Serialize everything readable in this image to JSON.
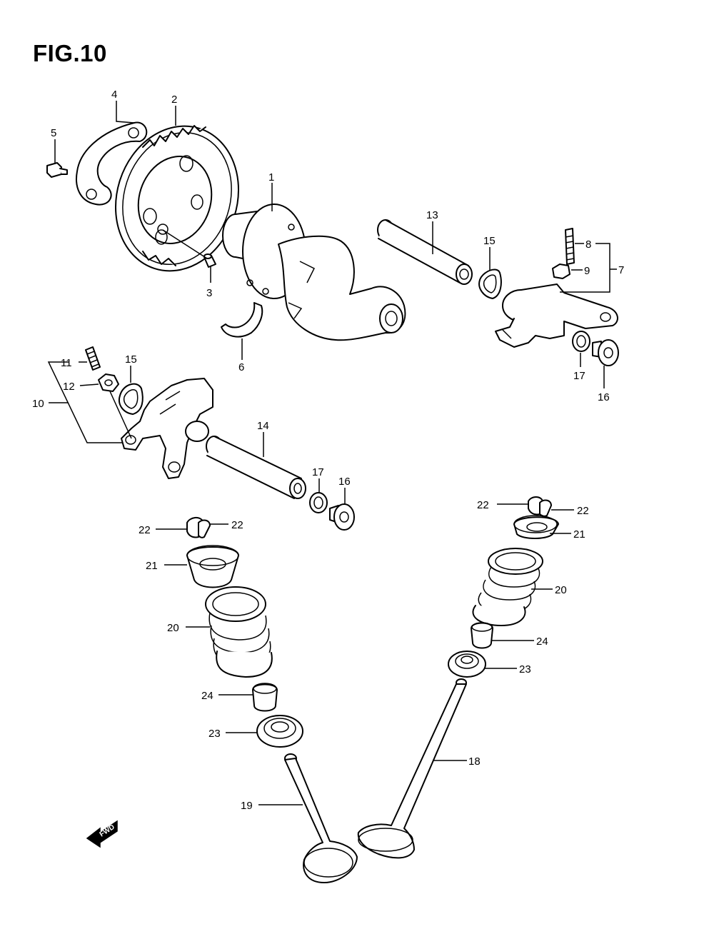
{
  "figure": {
    "title": "FIG.10"
  },
  "fwd_label": "FWD",
  "parts": [
    {
      "id": "p1",
      "text": "1"
    },
    {
      "id": "p2",
      "text": "2"
    },
    {
      "id": "p3",
      "text": "3"
    },
    {
      "id": "p4",
      "text": "4"
    },
    {
      "id": "p5",
      "text": "5"
    },
    {
      "id": "p6",
      "text": "6"
    },
    {
      "id": "p7",
      "text": "7"
    },
    {
      "id": "p8",
      "text": "8"
    },
    {
      "id": "p9",
      "text": "9"
    },
    {
      "id": "p10",
      "text": "10"
    },
    {
      "id": "p11",
      "text": "11"
    },
    {
      "id": "p12",
      "text": "12"
    },
    {
      "id": "p13",
      "text": "13"
    },
    {
      "id": "p14",
      "text": "14"
    },
    {
      "id": "p15a",
      "text": "15"
    },
    {
      "id": "p15b",
      "text": "15"
    },
    {
      "id": "p16a",
      "text": "16"
    },
    {
      "id": "p16b",
      "text": "16"
    },
    {
      "id": "p17a",
      "text": "17"
    },
    {
      "id": "p17b",
      "text": "17"
    },
    {
      "id": "p18",
      "text": "18"
    },
    {
      "id": "p19",
      "text": "19"
    },
    {
      "id": "p20a",
      "text": "20"
    },
    {
      "id": "p20b",
      "text": "20"
    },
    {
      "id": "p21a",
      "text": "21"
    },
    {
      "id": "p21b",
      "text": "21"
    },
    {
      "id": "p22a",
      "text": "22"
    },
    {
      "id": "p22b",
      "text": "22"
    },
    {
      "id": "p22c",
      "text": "22"
    },
    {
      "id": "p22d",
      "text": "22"
    },
    {
      "id": "p23a",
      "text": "23"
    },
    {
      "id": "p23b",
      "text": "23"
    },
    {
      "id": "p24a",
      "text": "24"
    },
    {
      "id": "p24b",
      "text": "24"
    }
  ]
}
